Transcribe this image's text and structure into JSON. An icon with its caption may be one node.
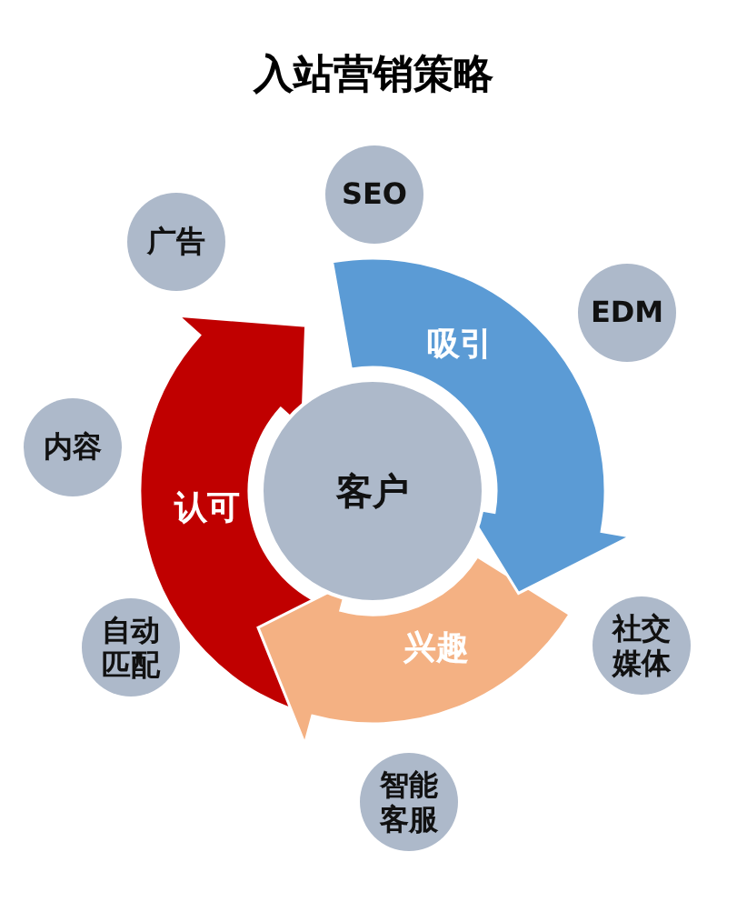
{
  "diagram": {
    "title": "入站营销策略",
    "nodes": [
      {
        "text": [
          "客户"
        ]
      },
      {
        "text": [
          "吸引"
        ]
      },
      {
        "text": [
          "兴趣"
        ]
      },
      {
        "text": [
          "认可"
        ]
      },
      {
        "text": [
          "SEO"
        ]
      },
      {
        "text": [
          "广告"
        ]
      },
      {
        "text": [
          "EDM"
        ]
      },
      {
        "text": [
          "内容"
        ]
      },
      {
        "text": [
          "社交媒体"
        ]
      },
      {
        "text": [
          "自动匹配"
        ]
      },
      {
        "text": [
          "智能客服"
        ]
      }
    ]
  }
}
